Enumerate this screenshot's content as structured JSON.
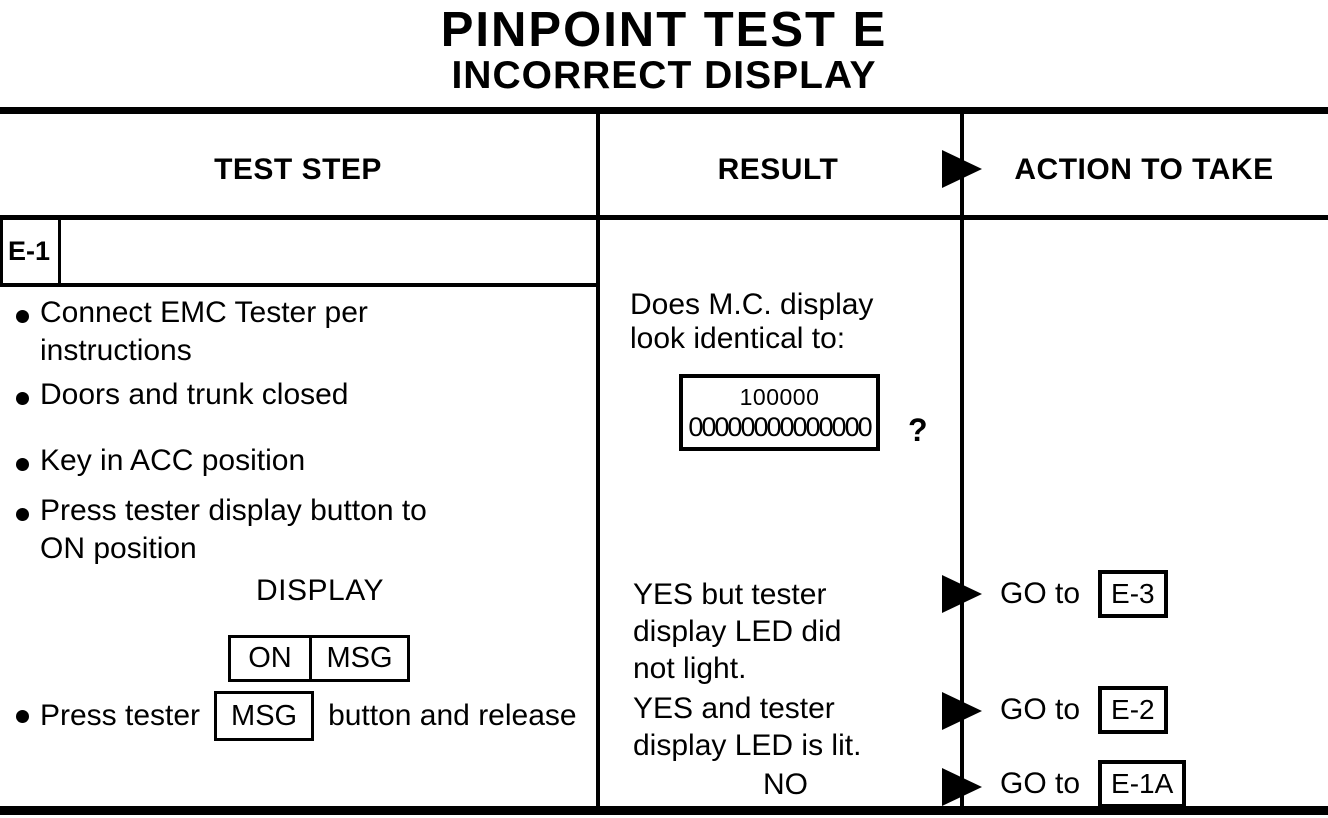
{
  "page": {
    "title": "PINPOINT TEST E",
    "subtitle": "INCORRECT DISPLAY"
  },
  "headers": {
    "test_step": "TEST STEP",
    "result": "RESULT",
    "action": "ACTION TO TAKE"
  },
  "step_box": {
    "id": "E-1"
  },
  "test_steps": [
    {
      "lines": [
        "Connect EMC Tester per",
        "instructions"
      ]
    },
    {
      "lines": [
        "Doors and trunk closed"
      ]
    },
    {
      "lines": [
        "Key in ACC position"
      ]
    },
    {
      "lines": [
        "Press tester display button to",
        "ON position"
      ]
    }
  ],
  "display_section": {
    "label": "DISPLAY",
    "buttons": [
      {
        "label": "ON"
      },
      {
        "label": "MSG"
      }
    ]
  },
  "msg_step": {
    "prefix": "Press tester",
    "button": "MSG",
    "suffix": "button and release"
  },
  "result_col": {
    "question_lines": [
      "Does M.C. display",
      "look identical to:"
    ],
    "display_box_lines": [
      "100000",
      "00000000000000"
    ],
    "question_mark": "?",
    "outcomes": [
      {
        "lines": [
          "YES but tester",
          "display LED did",
          "not light."
        ]
      },
      {
        "lines": [
          "YES and tester",
          "display LED is lit."
        ]
      },
      {
        "lines": [
          "NO"
        ]
      }
    ]
  },
  "actions": [
    {
      "label": "GO to",
      "target": "E-3"
    },
    {
      "label": "GO to",
      "target": "E-2"
    },
    {
      "label": "GO to",
      "target": "E-1A"
    }
  ],
  "colors": {
    "ink": "#000000",
    "paper": "#ffffff"
  }
}
